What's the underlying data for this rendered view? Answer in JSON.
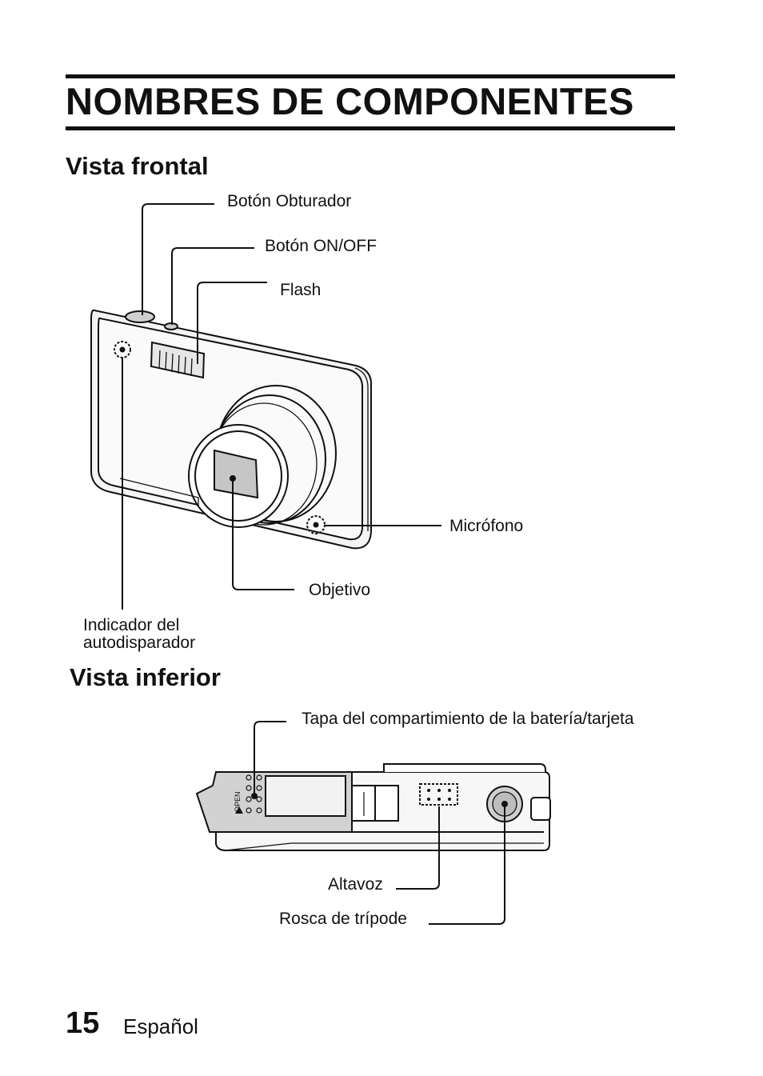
{
  "page": {
    "title": "NOMBRES DE COMPONENTES",
    "page_number": "15",
    "language": "Español"
  },
  "front": {
    "heading": "Vista frontal",
    "labels": {
      "shutter": "Botón Obturador",
      "onoff": "Botón ON/OFF",
      "flash": "Flash",
      "microphone": "Micrófono",
      "lens": "Objetivo",
      "selftimer_line1": "Indicador del",
      "selftimer_line2": "autodisparador"
    }
  },
  "bottom": {
    "heading": "Vista inferior",
    "labels": {
      "cover": "Tapa del compartimiento de la batería/tarjeta",
      "speaker": "Altavoz",
      "tripod": "Rosca de trípode"
    },
    "open_mark": "OPEN"
  }
}
